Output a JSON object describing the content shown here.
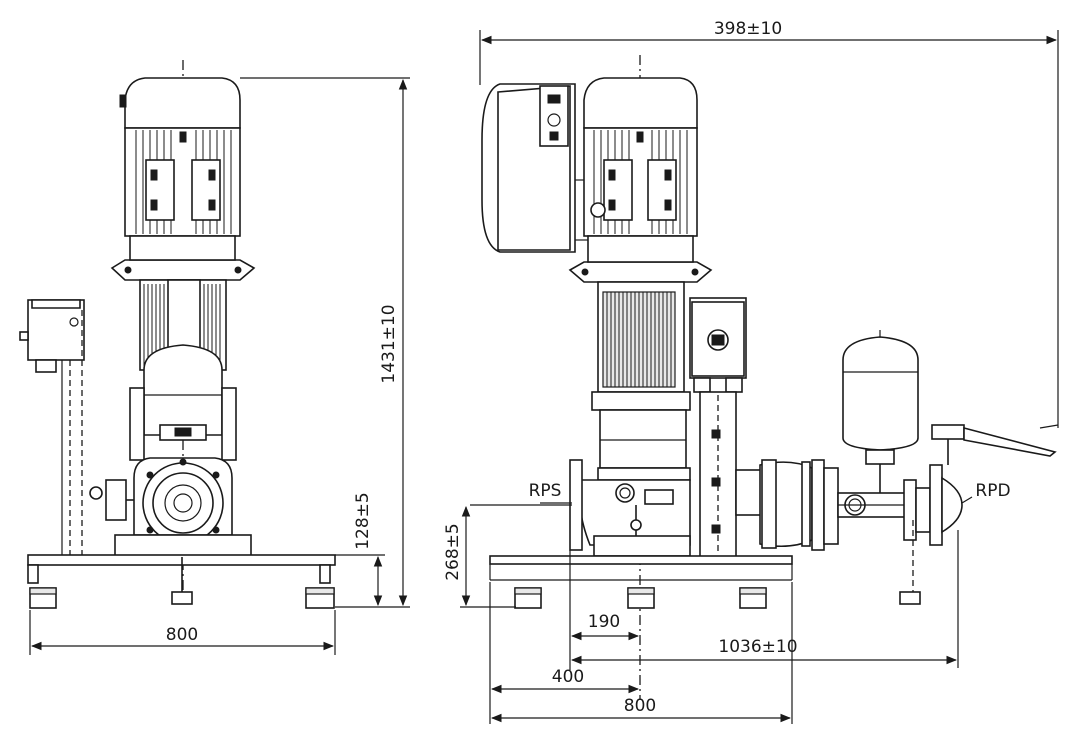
{
  "dimensions": {
    "overall_length": "398±10",
    "total_height": "1431±10",
    "base_height": "128±5",
    "base_width_front": "800",
    "inlet_height": "268±5",
    "inlet_offset": "190",
    "pipe_length": "1036±10",
    "center_offset": "400",
    "base_width_side": "800"
  },
  "labels": {
    "suction_port": "RPS",
    "discharge_port": "RPD"
  }
}
